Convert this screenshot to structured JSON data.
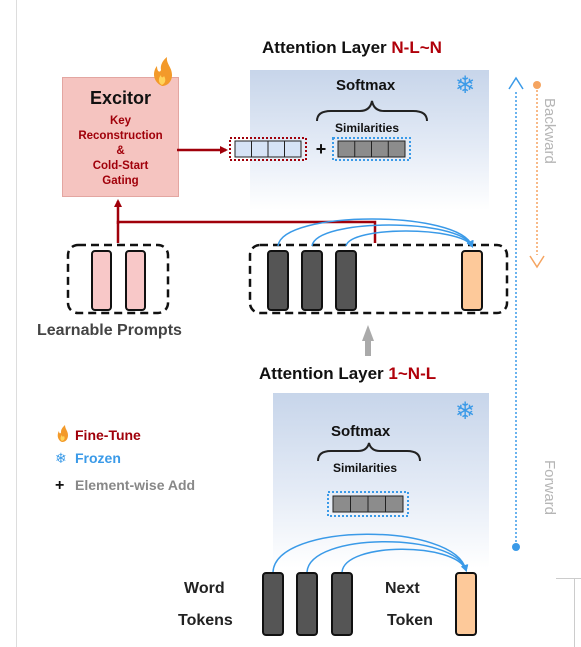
{
  "title_top": {
    "prefix": "Attention Layer ",
    "accent": "N-L~N"
  },
  "title_bottom": {
    "prefix": "Attention Layer ",
    "accent": "1~N-L"
  },
  "softmax": "Softmax",
  "similarities": "Similarities",
  "excitor": {
    "title": "Excitor",
    "lines": [
      "Key",
      "Reconstruction",
      "&",
      "Cold-Start",
      "Gating"
    ]
  },
  "labels": {
    "learnable_prompts": "Learnable Prompts",
    "word": "Word",
    "tokens": "Tokens",
    "next": "Next",
    "token": "Token",
    "backward": "Backward",
    "forward": "Forward"
  },
  "legend": {
    "fine_tune": "Fine-Tune",
    "frozen": "Frozen",
    "element_wise_add": "Element-wise Add"
  },
  "symbols": {
    "plus": "+",
    "snowflake": "❄",
    "fire_icon": "fire-icon",
    "snowflake_icon": "snowflake-icon"
  },
  "colors": {
    "dark_red": "#a0000a",
    "accent_red": "#b0000a",
    "blue": "#3a9ae8",
    "orange": "#f5a460",
    "token_dark": "#555555",
    "prompt_pink": "#f8c8c8",
    "next_token": "#fdc99a"
  }
}
